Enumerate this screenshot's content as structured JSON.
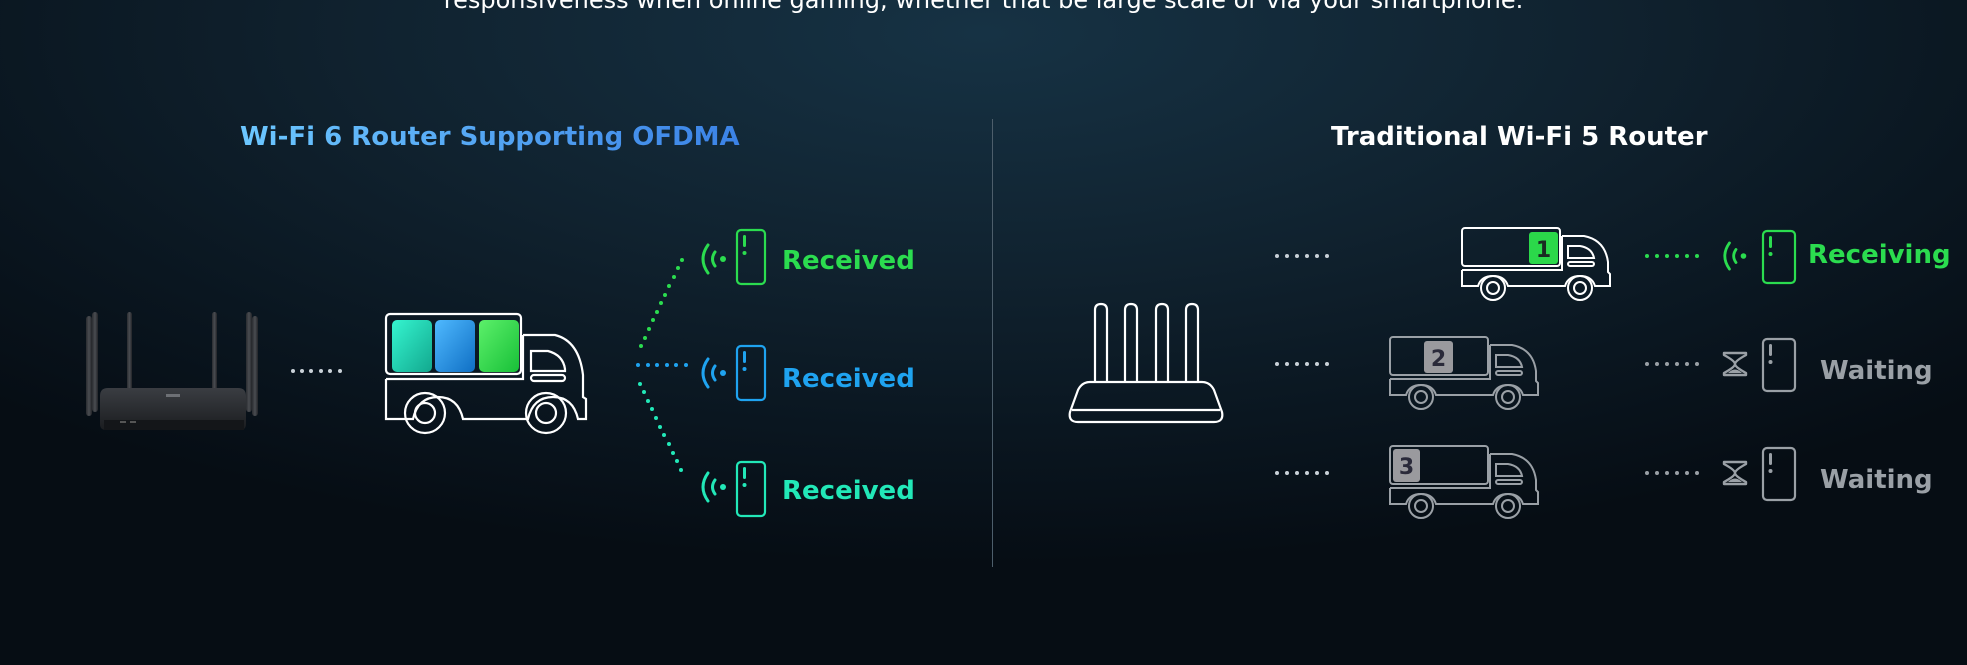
{
  "intro_text": "responsiveness when online gaming, whether that be large scale or via your smartphone.",
  "colors": {
    "green": "#2bdc4f",
    "blue": "#1fa3f0",
    "teal": "#22e8b8",
    "gray": "#9aa0a6",
    "title_blue_start": "#6cc7ff",
    "title_blue_end": "#3b82e6"
  },
  "left_panel": {
    "title": "Wi-Fi 6 Router Supporting OFDMA",
    "router_icon": "router-six-antenna-photo",
    "truck_icon": "truck-icon",
    "truck_cargo": [
      "teal-packet",
      "blue-packet",
      "green-packet"
    ],
    "devices": [
      {
        "status": "Received",
        "color": "green",
        "icon": "phone-icon",
        "signal": "wifi-signal-icon"
      },
      {
        "status": "Received",
        "color": "blue",
        "icon": "phone-icon",
        "signal": "wifi-signal-icon"
      },
      {
        "status": "Received",
        "color": "teal",
        "icon": "phone-icon",
        "signal": "wifi-signal-icon"
      }
    ]
  },
  "right_panel": {
    "title": "Traditional Wi-Fi 5 Router",
    "router_icon": "router-four-antenna-outline",
    "lanes": [
      {
        "packet_number": "1",
        "status": "Receiving",
        "state": "active",
        "indicator": "wifi-signal-icon"
      },
      {
        "packet_number": "2",
        "status": "Waiting",
        "state": "waiting",
        "indicator": "hourglass-icon"
      },
      {
        "packet_number": "3",
        "status": "Waiting",
        "state": "waiting",
        "indicator": "hourglass-icon"
      }
    ]
  }
}
